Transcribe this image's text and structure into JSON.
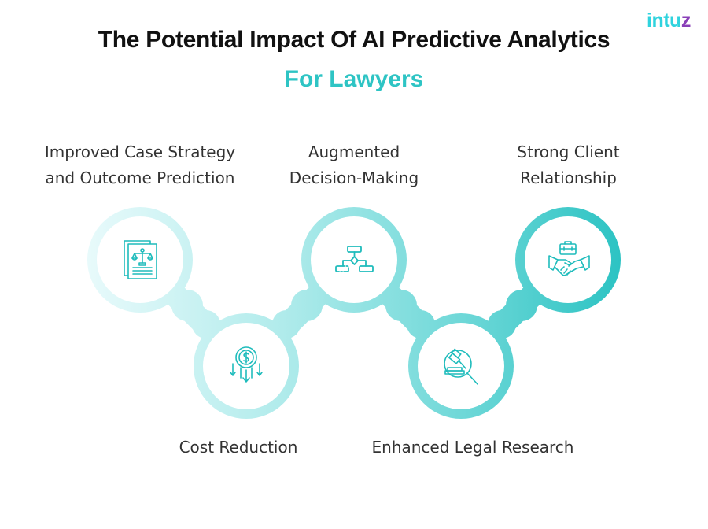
{
  "logo": {
    "text_main": "intu",
    "text_accent": "z",
    "color_main": "#2fd3de",
    "color_accent": "#8a3fb8"
  },
  "header": {
    "title": "The Potential Impact Of AI Predictive Analytics",
    "subtitle": "For Lawyers",
    "title_color": "#111111",
    "subtitle_color": "#2ec4c4"
  },
  "diagram": {
    "gradient_start": "#e6f9fa",
    "gradient_end": "#2ec4c4",
    "icon_color": "#1fbcbc",
    "nodes": [
      {
        "id": 1,
        "position": "top",
        "icon": "legal-document-scales-icon",
        "label_line1": "Improved Case Strategy",
        "label_line2": "and Outcome Prediction"
      },
      {
        "id": 2,
        "position": "bottom",
        "icon": "dollar-coin-down-arrows-icon",
        "label_line1": "Cost Reduction",
        "label_line2": ""
      },
      {
        "id": 3,
        "position": "top",
        "icon": "flowchart-decision-icon",
        "label_line1": "Augmented",
        "label_line2": "Decision-Making"
      },
      {
        "id": 4,
        "position": "bottom",
        "icon": "gavel-magnifier-icon",
        "label_line1": "Enhanced Legal Research",
        "label_line2": ""
      },
      {
        "id": 5,
        "position": "top",
        "icon": "handshake-briefcase-icon",
        "label_line1": "Strong Client",
        "label_line2": "Relationship"
      }
    ]
  }
}
